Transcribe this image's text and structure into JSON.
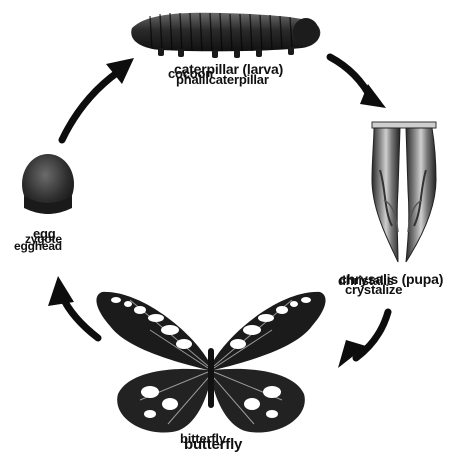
{
  "colors": {
    "ink": "#111111",
    "arrow": "#0d0d0d",
    "background": "#ffffff"
  },
  "stages": {
    "caterpillar": {
      "label": "caterpillar (larva)",
      "overlay_1": "cocoon",
      "overlay_2": "phallicaterpillar",
      "icon": "caterpillar-icon"
    },
    "chrysalis": {
      "label": "chrysalis (pupa)",
      "overlay_1": "dhristalis",
      "overlay_2": "crystalize",
      "icon": "chrysalis-icon"
    },
    "butterfly": {
      "label": "butterfly",
      "overlay_1": "bitterfly",
      "icon": "butterfly-icon"
    },
    "egg": {
      "label": "egg",
      "overlay_1": "zygote",
      "overlay_2": "egghead",
      "icon": "egg-icon"
    }
  },
  "arrows": [
    {
      "from": "caterpillar",
      "to": "chrysalis"
    },
    {
      "from": "chrysalis",
      "to": "butterfly"
    },
    {
      "from": "butterfly",
      "to": "egg"
    },
    {
      "from": "egg",
      "to": "caterpillar"
    }
  ]
}
